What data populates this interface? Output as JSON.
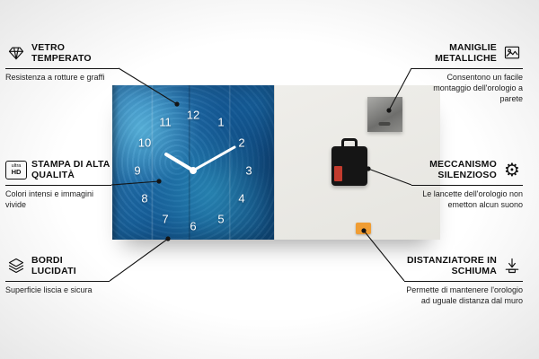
{
  "colors": {
    "clock_blue": "#1f6ea9",
    "back_panel": "#ebeae6",
    "foam_orange": "#f09d33",
    "battery_red": "#c23b2e",
    "line": "#141414"
  },
  "clock": {
    "numerals": [
      "12",
      "1",
      "2",
      "3",
      "4",
      "5",
      "6",
      "7",
      "8",
      "9",
      "10",
      "11"
    ]
  },
  "callouts": {
    "left": [
      {
        "title": "VETRO TEMPERATO",
        "subtitle": "Resistenza a rotture e graffi",
        "icon": "diamond-icon"
      },
      {
        "title": "STAMPA DI ALTA QUALITÀ",
        "subtitle": "Colori intensi e immagini vivide",
        "icon": "ultra-hd-icon"
      },
      {
        "title": "BORDI LUCIDATI",
        "subtitle": "Superficie liscia e sicura",
        "icon": "polished-edges-icon"
      }
    ],
    "right": [
      {
        "title": "MANIGLIE METALLICHE",
        "subtitle": "Consentono un facile montaggio dell'orologio a parete",
        "icon": "picture-frame-icon"
      },
      {
        "title": "MECCANISMO SILENZIOSO",
        "subtitle": "Le lancette dell'orologio non emetton alcun suono",
        "icon": "gear-icon"
      },
      {
        "title": "DISTANZIATORE IN SCHIUMA",
        "subtitle": "Permette di mantenere l'orologio ad uguale distanza dal muro",
        "icon": "foam-spacer-icon"
      }
    ]
  },
  "badges": {
    "ultra_hd": {
      "line1": "ultra",
      "line2": "HD"
    }
  },
  "gear_glyph": "⚙"
}
